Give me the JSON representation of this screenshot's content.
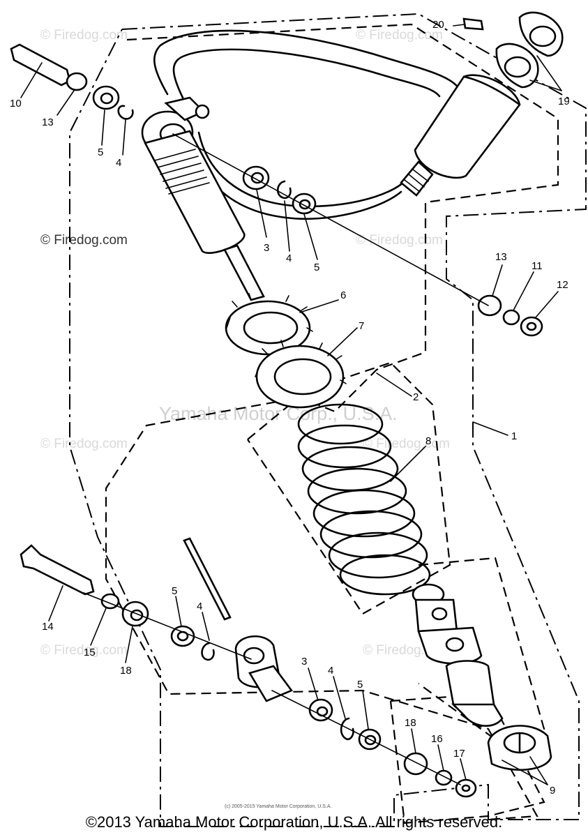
{
  "watermarks": {
    "firedog": "© Firedog.com",
    "yamaha": "Yamaha Motor Corp., U.S.A.",
    "small_credit": "(c) 2005-2015 Yamaha Motor Corporation, U.S.A."
  },
  "copyright": "©2013 Yamaha Motor Corporation, U.S.A. All rights reserved.",
  "callouts": {
    "c1": "1",
    "c2": "2",
    "c3a": "3",
    "c3b": "3",
    "c4a": "4",
    "c4b": "4",
    "c4c": "4",
    "c4d": "4",
    "c5a": "5",
    "c5b": "5",
    "c5c": "5",
    "c5d": "5",
    "c6": "6",
    "c7": "7",
    "c8": "8",
    "c9": "9",
    "c10": "10",
    "c11": "11",
    "c12": "12",
    "c13a": "13",
    "c13b": "13",
    "c14": "14",
    "c15": "15",
    "c16": "16",
    "c17": "17",
    "c18a": "18",
    "c18b": "18",
    "c19": "19",
    "c20": "20"
  }
}
